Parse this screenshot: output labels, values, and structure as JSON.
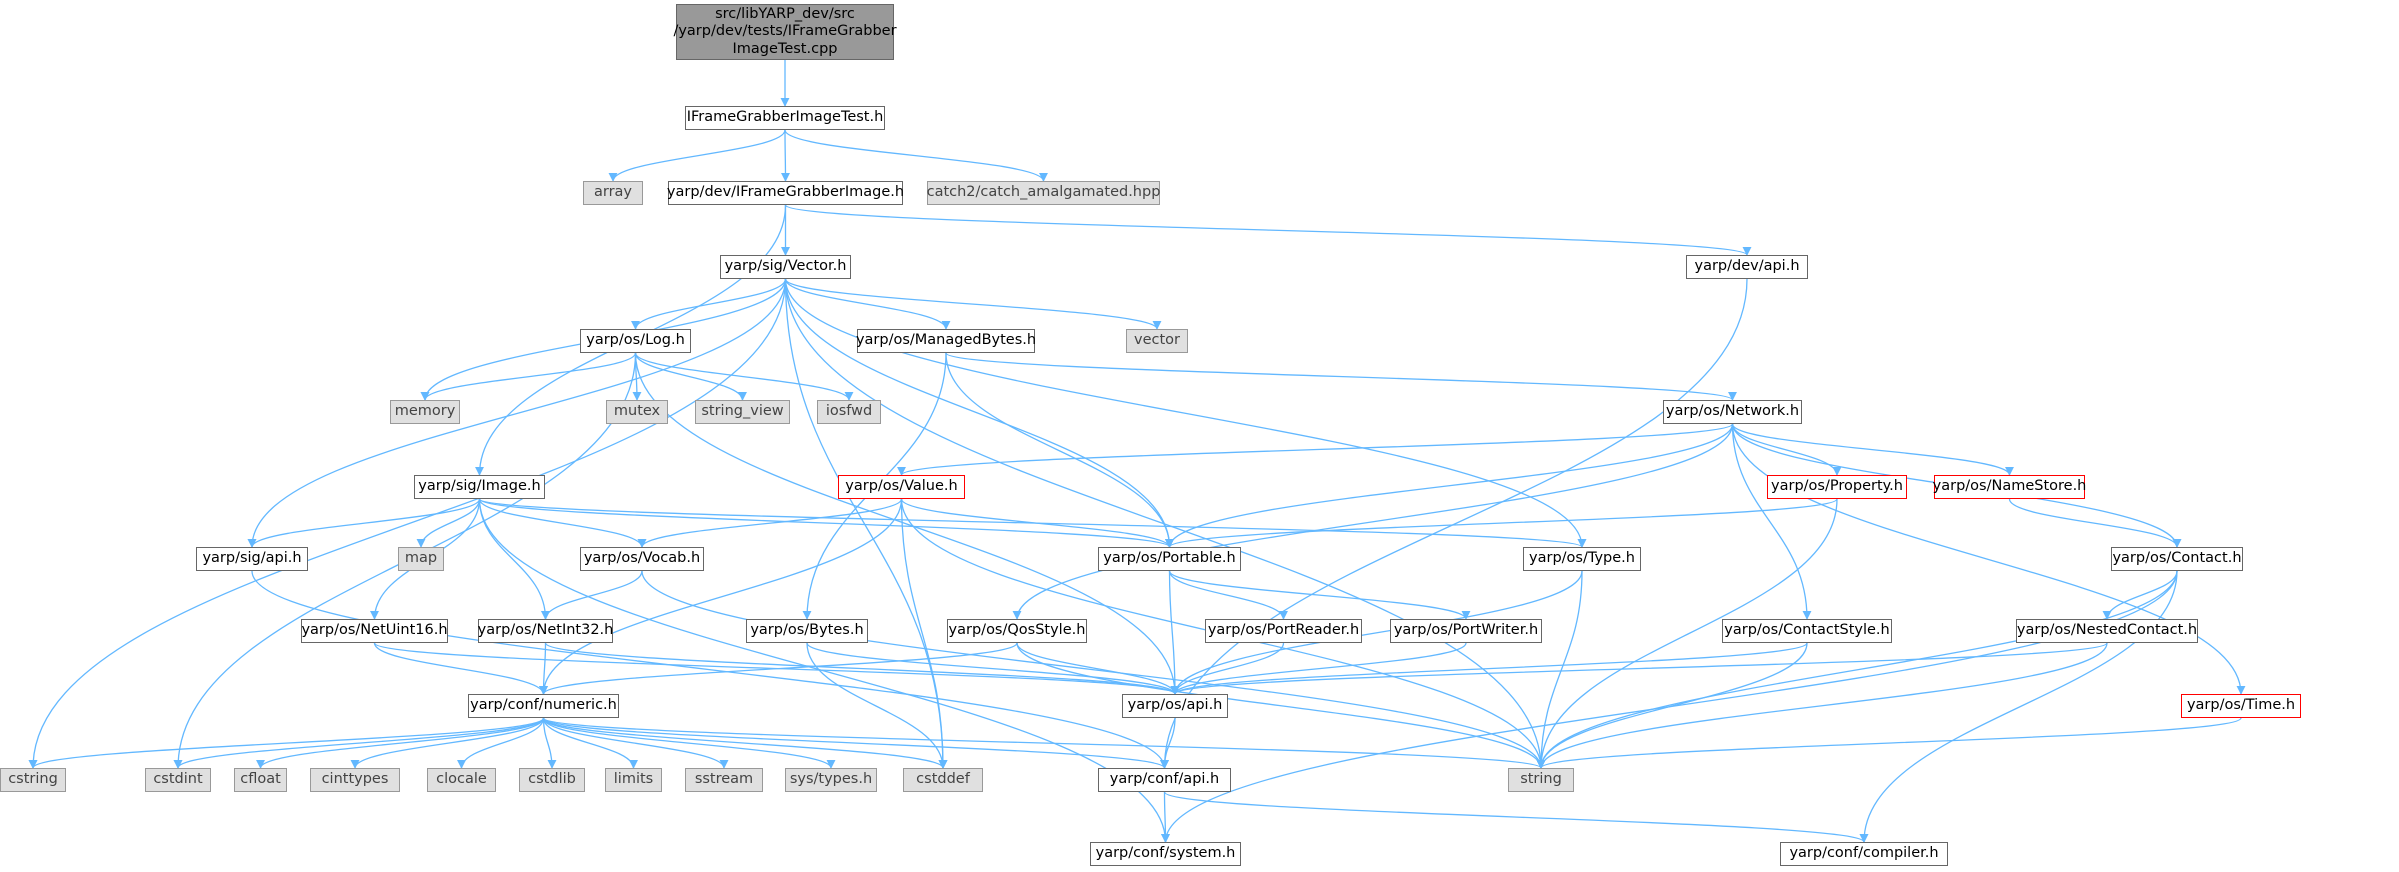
{
  "diagram": {
    "type": "include-dependency-graph",
    "edge_color": "#63b8ff",
    "nodes": [
      {
        "id": "root",
        "label": "src/libYARP_dev/src\n/yarp/dev/tests/IFrameGrabber\nImageTest.cpp",
        "style": "root"
      },
      {
        "id": "ifgit",
        "label": "IFrameGrabberImageTest.h",
        "style": "normal"
      },
      {
        "id": "array",
        "label": "array",
        "style": "ext"
      },
      {
        "id": "ifgi",
        "label": "yarp/dev/IFrameGrabberImage.h",
        "style": "normal"
      },
      {
        "id": "catch",
        "label": "catch2/catch_amalgamated.hpp",
        "style": "ext"
      },
      {
        "id": "vector_h",
        "label": "yarp/sig/Vector.h",
        "style": "normal"
      },
      {
        "id": "devapi",
        "label": "yarp/dev/api.h",
        "style": "normal"
      },
      {
        "id": "log",
        "label": "yarp/os/Log.h",
        "style": "normal"
      },
      {
        "id": "mbytes",
        "label": "yarp/os/ManagedBytes.h",
        "style": "normal"
      },
      {
        "id": "vector",
        "label": "vector",
        "style": "ext"
      },
      {
        "id": "memory",
        "label": "memory",
        "style": "ext"
      },
      {
        "id": "mutex",
        "label": "mutex",
        "style": "ext"
      },
      {
        "id": "string_view",
        "label": "string_view",
        "style": "ext"
      },
      {
        "id": "iosfwd",
        "label": "iosfwd",
        "style": "ext"
      },
      {
        "id": "network",
        "label": "yarp/os/Network.h",
        "style": "normal"
      },
      {
        "id": "image",
        "label": "yarp/sig/Image.h",
        "style": "normal"
      },
      {
        "id": "value",
        "label": "yarp/os/Value.h",
        "style": "red"
      },
      {
        "id": "property",
        "label": "yarp/os/Property.h",
        "style": "red"
      },
      {
        "id": "namestore",
        "label": "yarp/os/NameStore.h",
        "style": "red"
      },
      {
        "id": "sigapi",
        "label": "yarp/sig/api.h",
        "style": "normal"
      },
      {
        "id": "map",
        "label": "map",
        "style": "ext"
      },
      {
        "id": "vocab",
        "label": "yarp/os/Vocab.h",
        "style": "normal"
      },
      {
        "id": "portable",
        "label": "yarp/os/Portable.h",
        "style": "normal"
      },
      {
        "id": "type",
        "label": "yarp/os/Type.h",
        "style": "normal"
      },
      {
        "id": "contact",
        "label": "yarp/os/Contact.h",
        "style": "normal"
      },
      {
        "id": "netuint16",
        "label": "yarp/os/NetUint16.h",
        "style": "normal"
      },
      {
        "id": "netint32",
        "label": "yarp/os/NetInt32.h",
        "style": "normal"
      },
      {
        "id": "bytes",
        "label": "yarp/os/Bytes.h",
        "style": "normal"
      },
      {
        "id": "qos",
        "label": "yarp/os/QosStyle.h",
        "style": "normal"
      },
      {
        "id": "preader",
        "label": "yarp/os/PortReader.h",
        "style": "normal"
      },
      {
        "id": "pwriter",
        "label": "yarp/os/PortWriter.h",
        "style": "normal"
      },
      {
        "id": "cstyle",
        "label": "yarp/os/ContactStyle.h",
        "style": "normal"
      },
      {
        "id": "ncontact",
        "label": "yarp/os/NestedContact.h",
        "style": "normal"
      },
      {
        "id": "numeric",
        "label": "yarp/conf/numeric.h",
        "style": "normal"
      },
      {
        "id": "osapi",
        "label": "yarp/os/api.h",
        "style": "normal"
      },
      {
        "id": "time",
        "label": "yarp/os/Time.h",
        "style": "red"
      },
      {
        "id": "cstring",
        "label": "cstring",
        "style": "ext"
      },
      {
        "id": "cstdint",
        "label": "cstdint",
        "style": "ext"
      },
      {
        "id": "cfloat",
        "label": "cfloat",
        "style": "ext"
      },
      {
        "id": "cinttypes",
        "label": "cinttypes",
        "style": "ext"
      },
      {
        "id": "clocale",
        "label": "clocale",
        "style": "ext"
      },
      {
        "id": "cstdlib",
        "label": "cstdlib",
        "style": "ext"
      },
      {
        "id": "limits",
        "label": "limits",
        "style": "ext"
      },
      {
        "id": "sstream",
        "label": "sstream",
        "style": "ext"
      },
      {
        "id": "systypes",
        "label": "sys/types.h",
        "style": "ext"
      },
      {
        "id": "cstddef",
        "label": "cstddef",
        "style": "ext"
      },
      {
        "id": "string",
        "label": "string",
        "style": "ext"
      },
      {
        "id": "confapi",
        "label": "yarp/conf/api.h",
        "style": "normal"
      },
      {
        "id": "system",
        "label": "yarp/conf/system.h",
        "style": "normal"
      },
      {
        "id": "compiler",
        "label": "yarp/conf/compiler.h",
        "style": "normal"
      }
    ],
    "edges": [
      [
        "root",
        "ifgit"
      ],
      [
        "ifgit",
        "array"
      ],
      [
        "ifgit",
        "ifgi"
      ],
      [
        "ifgit",
        "catch"
      ],
      [
        "ifgi",
        "vector_h"
      ],
      [
        "ifgi",
        "devapi"
      ],
      [
        "ifgi",
        "image"
      ],
      [
        "vector_h",
        "cstring"
      ],
      [
        "vector_h",
        "log"
      ],
      [
        "vector_h",
        "mbytes"
      ],
      [
        "vector_h",
        "vector"
      ],
      [
        "vector_h",
        "memory"
      ],
      [
        "vector_h",
        "sigapi"
      ],
      [
        "vector_h",
        "portable"
      ],
      [
        "vector_h",
        "type"
      ],
      [
        "vector_h",
        "cstddef"
      ],
      [
        "vector_h",
        "string"
      ],
      [
        "devapi",
        "confapi"
      ],
      [
        "log",
        "memory"
      ],
      [
        "log",
        "mutex"
      ],
      [
        "log",
        "string_view"
      ],
      [
        "log",
        "iosfwd"
      ],
      [
        "log",
        "cstdint"
      ],
      [
        "log",
        "osapi"
      ],
      [
        "mbytes",
        "network"
      ],
      [
        "mbytes",
        "bytes"
      ],
      [
        "mbytes",
        "portable"
      ],
      [
        "network",
        "value"
      ],
      [
        "network",
        "property"
      ],
      [
        "network",
        "namestore"
      ],
      [
        "network",
        "contact"
      ],
      [
        "network",
        "portable"
      ],
      [
        "network",
        "qos"
      ],
      [
        "network",
        "cstyle"
      ],
      [
        "network",
        "time"
      ],
      [
        "image",
        "sigapi"
      ],
      [
        "image",
        "map"
      ],
      [
        "image",
        "vocab"
      ],
      [
        "image",
        "portable"
      ],
      [
        "image",
        "type"
      ],
      [
        "image",
        "netuint16"
      ],
      [
        "image",
        "netint32"
      ],
      [
        "image",
        "system"
      ],
      [
        "value",
        "vocab"
      ],
      [
        "value",
        "portable"
      ],
      [
        "value",
        "numeric"
      ],
      [
        "value",
        "cstddef"
      ],
      [
        "value",
        "string"
      ],
      [
        "property",
        "portable"
      ],
      [
        "property",
        "string"
      ],
      [
        "namestore",
        "contact"
      ],
      [
        "sigapi",
        "confapi"
      ],
      [
        "vocab",
        "netint32"
      ],
      [
        "vocab",
        "string"
      ],
      [
        "portable",
        "preader"
      ],
      [
        "portable",
        "pwriter"
      ],
      [
        "portable",
        "osapi"
      ],
      [
        "type",
        "osapi"
      ],
      [
        "type",
        "string"
      ],
      [
        "contact",
        "ncontact"
      ],
      [
        "contact",
        "string"
      ],
      [
        "contact",
        "system"
      ],
      [
        "contact",
        "compiler"
      ],
      [
        "netuint16",
        "numeric"
      ],
      [
        "netuint16",
        "osapi"
      ],
      [
        "netint32",
        "numeric"
      ],
      [
        "netint32",
        "osapi"
      ],
      [
        "bytes",
        "osapi"
      ],
      [
        "bytes",
        "cstddef"
      ],
      [
        "qos",
        "osapi"
      ],
      [
        "qos",
        "numeric"
      ],
      [
        "qos",
        "string"
      ],
      [
        "preader",
        "osapi"
      ],
      [
        "pwriter",
        "osapi"
      ],
      [
        "cstyle",
        "osapi"
      ],
      [
        "cstyle",
        "string"
      ],
      [
        "ncontact",
        "osapi"
      ],
      [
        "ncontact",
        "string"
      ],
      [
        "numeric",
        "cstring"
      ],
      [
        "numeric",
        "cstdint"
      ],
      [
        "numeric",
        "cfloat"
      ],
      [
        "numeric",
        "cinttypes"
      ],
      [
        "numeric",
        "clocale"
      ],
      [
        "numeric",
        "cstdlib"
      ],
      [
        "numeric",
        "limits"
      ],
      [
        "numeric",
        "sstream"
      ],
      [
        "numeric",
        "systypes"
      ],
      [
        "numeric",
        "cstddef"
      ],
      [
        "numeric",
        "string"
      ],
      [
        "numeric",
        "confapi"
      ],
      [
        "osapi",
        "confapi"
      ],
      [
        "time",
        "string"
      ],
      [
        "confapi",
        "system"
      ],
      [
        "confapi",
        "compiler"
      ]
    ]
  }
}
